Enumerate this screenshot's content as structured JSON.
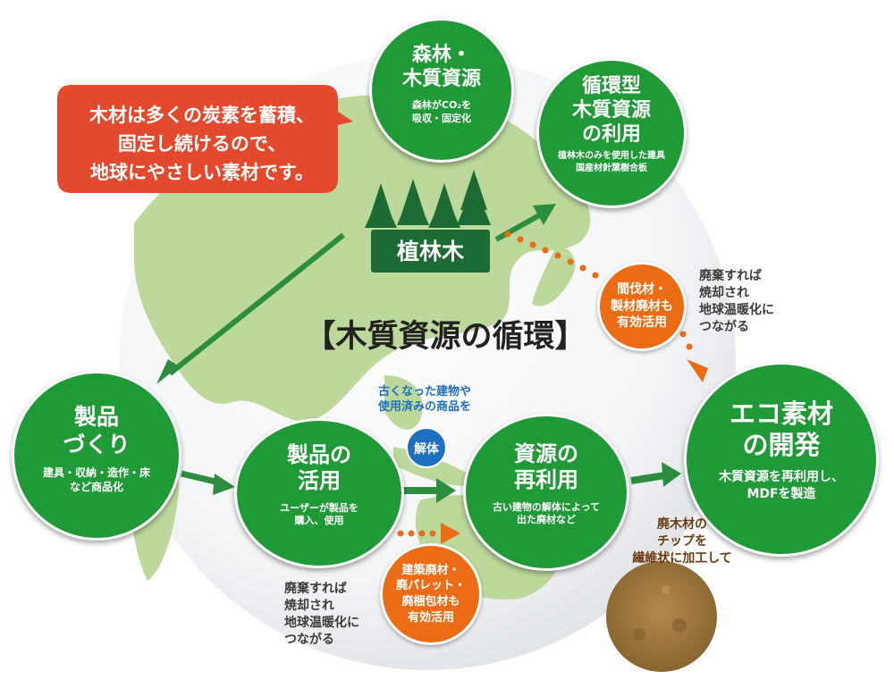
{
  "callout": {
    "text_line1": "木材は多くの炭素を蓄積、",
    "text_line2": "固定し続けるので、",
    "text_line3": "地球にやさしい素材です。"
  },
  "center_title": "【木質資源の循環】",
  "plantation_label": "植林木",
  "nodes": {
    "forest": {
      "title1": "森林・",
      "title2": "木質資源",
      "sub1": "森林がCO₂を",
      "sub2": "吸収・固定化"
    },
    "recycled": {
      "title1": "循環型",
      "title2": "木質資源",
      "title3": "の利用",
      "sub1": "植林木のみを使用した建具",
      "sub2": "国産材針葉樹合板"
    },
    "manufacture": {
      "title1": "製品",
      "title2": "づくり",
      "sub1": "建具・収納・造作・床",
      "sub2": "など商品化"
    },
    "use": {
      "title1": "製品の",
      "title2": "活用",
      "sub1": "ユーザーが製品を",
      "sub2": "購入、使用"
    },
    "reuse": {
      "title1": "資源の",
      "title2": "再利用",
      "sub1": "古い建物の解体によって",
      "sub2": "出た廃材など"
    },
    "eco": {
      "title1": "エコ素材",
      "title2": "の開発",
      "sub1": "木質資源を再利用し、",
      "sub2": "MDFを製造"
    }
  },
  "orange_bubbles": {
    "thinning": {
      "line1": "間伐材・",
      "line2": "製材廃材も",
      "line3": "有効活用"
    },
    "construction": {
      "line1": "建築廃材・",
      "line2": "廃パレット・",
      "line3": "廃梱包材も",
      "line4": "有効活用"
    }
  },
  "dismantle": {
    "line1": "古くなった建物や",
    "line2": "使用済みの商品を",
    "badge": "解体"
  },
  "notes": {
    "burn_right": "廃棄すれば\n焼却され\n地球温暖化に\nつながる",
    "burn_left": "廃棄すれば\n焼却され\n地球温暖化に\nつながる",
    "chip": "廃木材の\nチップを\n繊維状に加工して"
  },
  "colors": {
    "green": "#1f9a37",
    "dark_green": "#1d6b34",
    "orange": "#ec6c15",
    "callout_red": "#e2492d",
    "blue_text": "#1f6fbf",
    "brown_text": "#6a3c10"
  }
}
